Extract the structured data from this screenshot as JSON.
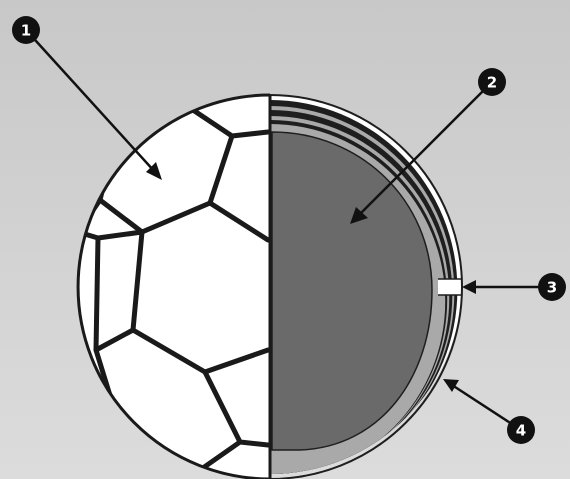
{
  "colors": {
    "background_top": "#c8c8c8",
    "background_bottom": "#dcdcdc",
    "ball_white": "#ffffff",
    "seam": "#1a1a1a",
    "bladder": "#6a6a6a",
    "layer_light": "#a9a9a9",
    "layer_dark": "#1e1e1e",
    "callout_fill": "#111111",
    "callout_text": "#ffffff"
  },
  "callouts": [
    {
      "number": "1",
      "name": "outer-cover-panels"
    },
    {
      "number": "2",
      "name": "inner-bladder"
    },
    {
      "number": "3",
      "name": "valve"
    },
    {
      "number": "4",
      "name": "lining-layers"
    }
  ]
}
